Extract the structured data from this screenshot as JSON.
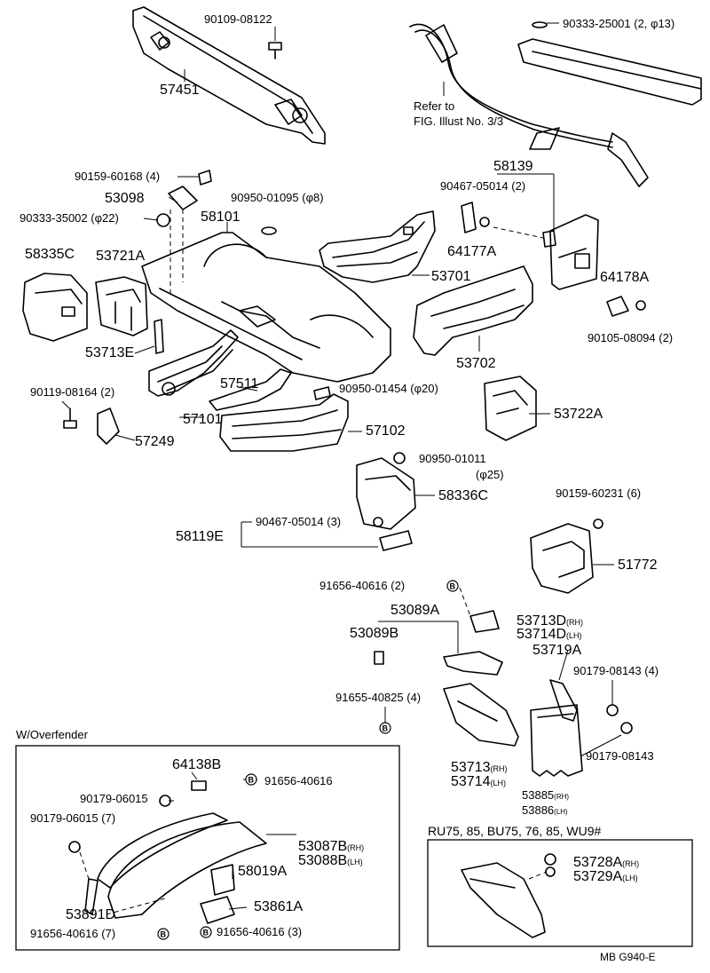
{
  "diagram": {
    "code": "MB G940-E",
    "refer_note": [
      "Refer to",
      "FIG. Illust No. 3/3"
    ],
    "box_overfender_title": "W/Overfender",
    "box_variant_title": "RU75, 85, BU75, 76, 85, WU9#"
  },
  "labels": [
    "90109-08122",
    "57451",
    "90333-25001 (2, φ13)",
    "90159-60168 (4)",
    "53098",
    "90333-35002 (φ22)",
    "58101",
    "90950-01095 (φ8)",
    "58139",
    "90467-05014 (2)",
    "64177A",
    "58335C",
    "53721A",
    "53701",
    "53713E",
    "53702",
    "64178A",
    "90105-08094 (2)",
    "57511",
    "90119-08164 (2)",
    "57101",
    "57249",
    "90950-01454 (φ20)",
    "53722A",
    "57102",
    "90950-01011",
    "(φ25)",
    "58336C",
    "58119E",
    "90467-05014 (3)",
    "90159-60231 (6)",
    "51772",
    "91656-40616 (2)",
    "53089A",
    "53713D",
    "53714D",
    "53089B",
    "53719A",
    "90179-08143 (4)",
    "91655-40825 (4)",
    "90179-08143",
    "53713",
    "53714",
    "53885",
    "53886",
    "64138B",
    "90179-06015",
    "91656-40616",
    "90179-06015 (7)",
    "53087B",
    "53088B",
    "58019A",
    "53891D",
    "53861A",
    "91656-40616 (7)",
    "91656-40616 (3)",
    "53728A",
    "53729A"
  ],
  "side_tags": {
    "rh": "(RH)",
    "lh": "(LH)"
  },
  "bolt_marker": "B"
}
